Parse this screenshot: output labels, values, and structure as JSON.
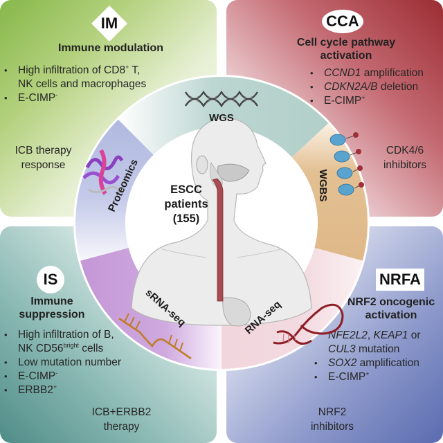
{
  "colors": {
    "im": "#86b84a",
    "cca": "#9c2c33",
    "is": "#4f8c87",
    "nrfa": "#5a6bb0",
    "wgs": "#b8d4cf",
    "wgbs": "#e2bd8a",
    "rnaseq": "#f2d9df",
    "srnaseq": "#c69bd8",
    "proteomics": "#b7bfe3",
    "esophagus": "#a84a4f"
  },
  "center": {
    "label_line1": "ESCC",
    "label_line2": "patients",
    "label_line3": "(155)"
  },
  "ring_segments": [
    {
      "id": "wgs",
      "label": "WGS",
      "icon": "dna-double-helix-icon"
    },
    {
      "id": "wgbs",
      "label": "WGBS",
      "icon": "methylated-nucleosome-icon"
    },
    {
      "id": "rnaseq",
      "label": "RNA-seq",
      "icon": "rna-strand-icon"
    },
    {
      "id": "srnaseq",
      "label": "sRNA-seq",
      "icon": "small-rna-icon"
    },
    {
      "id": "proteomics",
      "label": "Proteomics",
      "icon": "protein-structure-icon"
    }
  ],
  "panels": {
    "im": {
      "badge": "IM",
      "badge_shape": "diamond",
      "title": "Immune modulation",
      "bullets": [
        {
          "pre": "High infiltration of CD8",
          "sup": "+",
          "post": " T,",
          "line2": "NK cells and macrophages"
        },
        {
          "pre": "E-CIMP",
          "sup": "-",
          "post": ""
        }
      ],
      "therapy_line1": "ICB therapy",
      "therapy_line2": "response"
    },
    "cca": {
      "badge": "CCA",
      "badge_shape": "ellipse",
      "title_line1": "Cell cycle pathway",
      "title_line2": "activation",
      "bullets": [
        {
          "gene": "CCND1",
          "text": " amplification"
        },
        {
          "gene": "CDKN2A/B",
          "text": " deletion"
        },
        {
          "pre": "E-CIMP",
          "sup": "+"
        }
      ],
      "therapy_line1": "CDK4/6",
      "therapy_line2": "inhibitors"
    },
    "is": {
      "badge": "IS",
      "badge_shape": "circle",
      "title_line1": "Immune",
      "title_line2": "suppression",
      "bullets": [
        {
          "pre": "High infiltration of B,",
          "line2_pre": "NK CD56",
          "line2_sup": "bright",
          "line2_post": " cells"
        },
        {
          "pre": "Low mutation number"
        },
        {
          "pre": "E-CIMP",
          "sup": "-"
        },
        {
          "pre": "ERBB2",
          "sup": "+"
        }
      ],
      "therapy_line1": "ICB+ERBB2",
      "therapy_line2": "therapy"
    },
    "nrfa": {
      "badge": "NRFA",
      "badge_shape": "rectangle",
      "title_line1": "NRF2 oncogenic",
      "title_line2": "activation",
      "bullets": [
        {
          "gene1": "NFE2L2",
          "sep1": ", ",
          "gene2": "KEAP1",
          "sep2": " or",
          "gene3": "CUL3",
          "text": " mutation"
        },
        {
          "gene": "SOX2",
          "text": " amplification"
        },
        {
          "pre": "E-CIMP",
          "sup": "+"
        }
      ],
      "therapy_line1": "NRF2",
      "therapy_line2": "inhibitors"
    }
  }
}
